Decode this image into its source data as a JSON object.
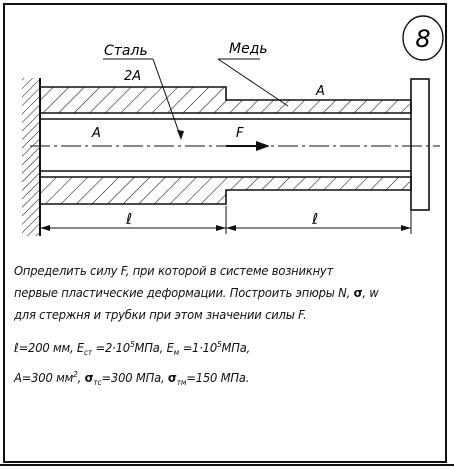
{
  "problem_number": "8",
  "labels": {
    "steel": "Сталь",
    "steel_area": "2A",
    "copper": "Медь",
    "copper_area": "A",
    "rod_area": "A",
    "force": "F",
    "length_left": "ℓ",
    "length_right": "ℓ"
  },
  "text": {
    "line1": "Определить силу F, при которой в системе возникнут",
    "line2_a": "первые пластические деформации. Построить эпюры N, ",
    "line2_sigma": "σ",
    "line2_b": ", w",
    "line3": "для стержня и трубки при этом значении силы F.",
    "p1_a": "ℓ=200 мм, E",
    "p1_sub1": "ст",
    "p1_b": " =2·10",
    "p1_sup1": "5",
    "p1_c": "МПа, E",
    "p1_sub2": "м",
    "p1_d": " =1·10",
    "p1_sup2": "5",
    "p1_e": "МПа,",
    "p2_a": "A=300 мм",
    "p2_sup": "2",
    "p2_b": ", ",
    "p2_sigma1": "σ",
    "p2_sub1": "тс",
    "p2_c": "=300 МПа, ",
    "p2_sigma2": "σ",
    "p2_sub2": "тм",
    "p2_d": "=150 МПа."
  }
}
